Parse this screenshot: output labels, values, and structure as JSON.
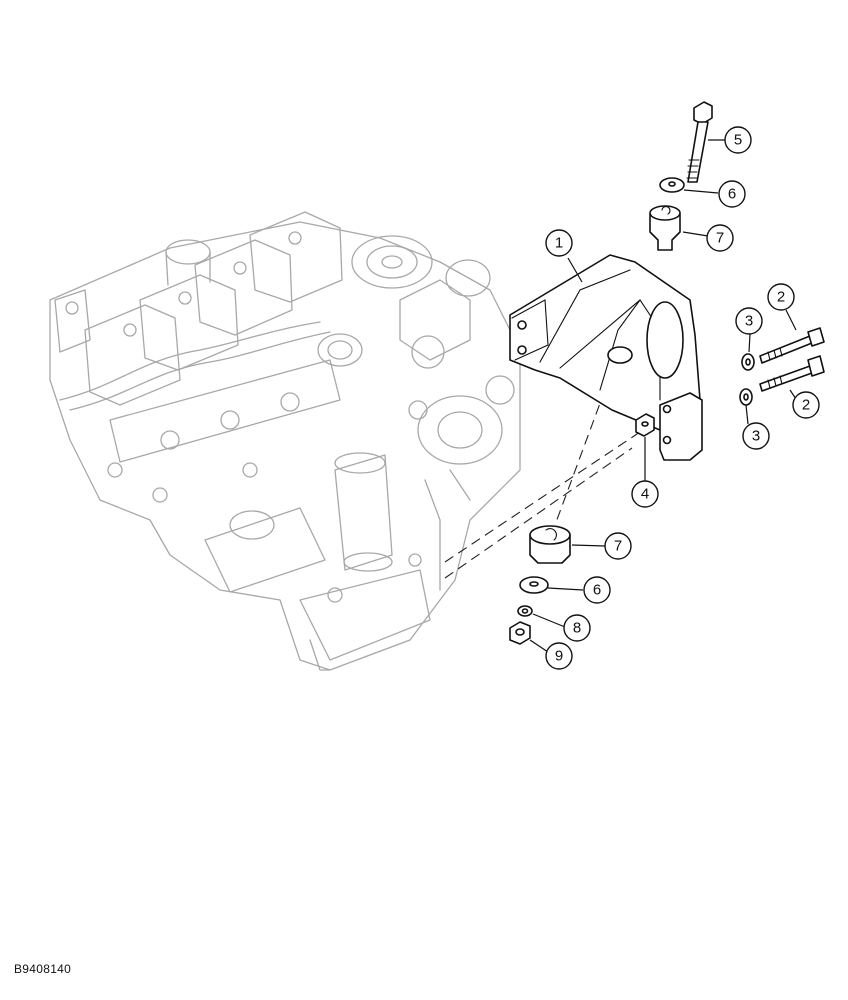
{
  "figure_code": "B9408140",
  "callouts": [
    {
      "id": "c1",
      "number": "1"
    },
    {
      "id": "c2a",
      "number": "2"
    },
    {
      "id": "c2b",
      "number": "2"
    },
    {
      "id": "c3a",
      "number": "3"
    },
    {
      "id": "c3b",
      "number": "3"
    },
    {
      "id": "c4",
      "number": "4"
    },
    {
      "id": "c5",
      "number": "5"
    },
    {
      "id": "c6a",
      "number": "6"
    },
    {
      "id": "c6b",
      "number": "6"
    },
    {
      "id": "c7a",
      "number": "7"
    },
    {
      "id": "c7b",
      "number": "7"
    },
    {
      "id": "c8",
      "number": "8"
    },
    {
      "id": "c9",
      "number": "9"
    }
  ]
}
